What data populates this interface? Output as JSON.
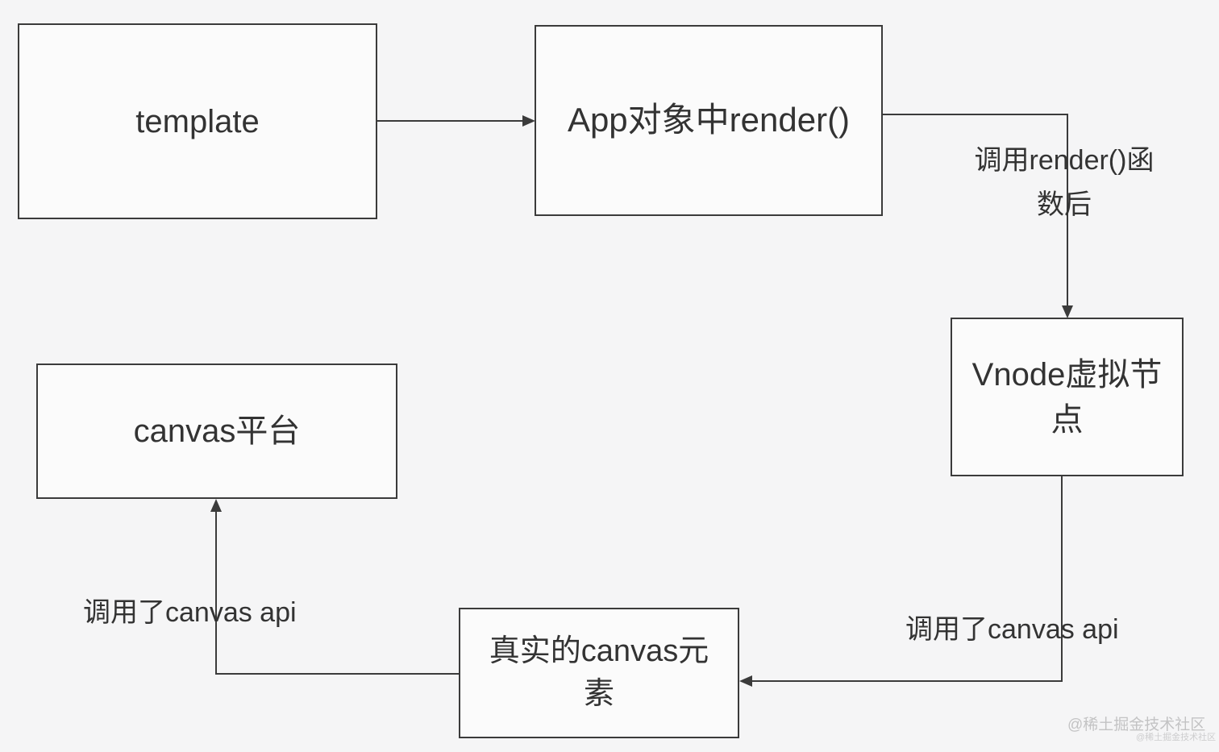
{
  "diagram": {
    "title": "vue-canvas-render-flow",
    "nodes": {
      "template": {
        "label": "template"
      },
      "app_render": {
        "label": "App对象中render()"
      },
      "vnode": {
        "label": "Vnode虚拟节\n点"
      },
      "canvas_platform": {
        "label": "canvas平台"
      },
      "real_canvas": {
        "label": "真实的canvas元\n素"
      }
    },
    "edges": [
      {
        "from": "template",
        "to": "app_render",
        "label": ""
      },
      {
        "from": "app_render",
        "to": "vnode",
        "label": "调用render()函\n数后"
      },
      {
        "from": "vnode",
        "to": "real_canvas",
        "label": "调用了canvas api"
      },
      {
        "from": "real_canvas",
        "to": "canvas_platform",
        "label": "调用了canvas api"
      }
    ]
  },
  "watermark": {
    "large": "@稀土掘金技术社区",
    "small": "@稀土掘金技术社区"
  },
  "colors": {
    "background": "#f5f5f6",
    "node_fill": "#fbfbfb",
    "line": "#3b3b3b",
    "text": "#333333",
    "watermark": "#c3c3c4"
  }
}
